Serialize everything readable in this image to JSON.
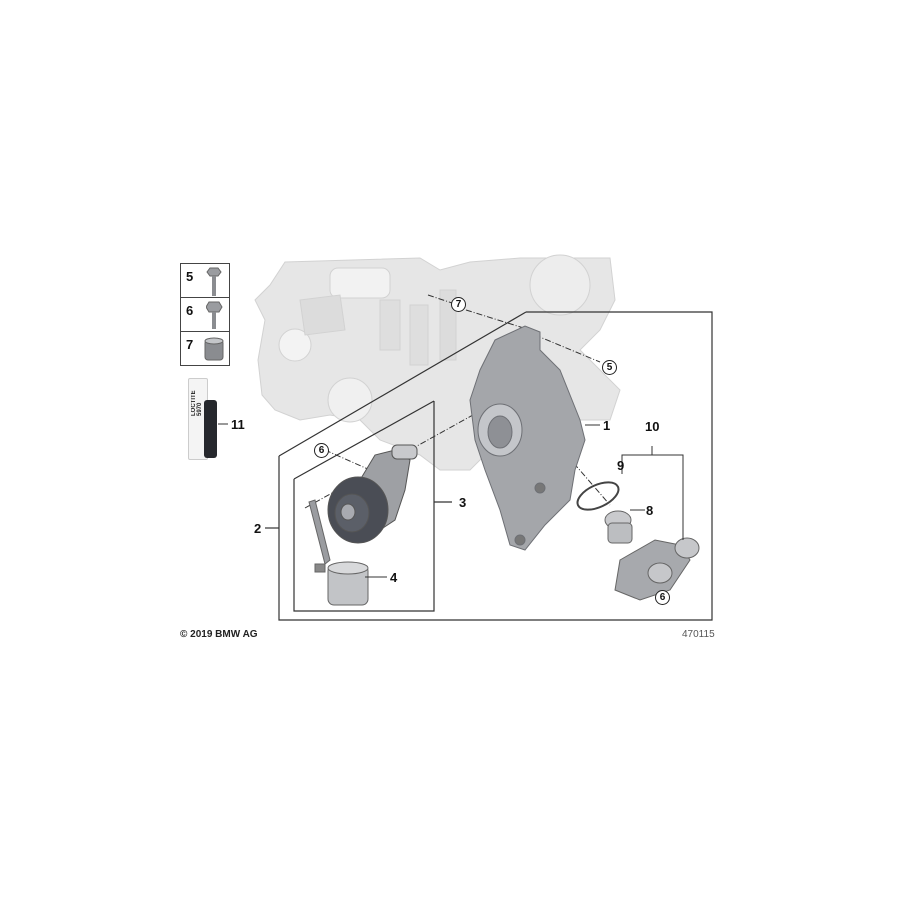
{
  "diagram": {
    "type": "exploded parts diagram",
    "subject": "Engine block with coolant pump, housing and thermostat",
    "callouts": [
      {
        "id": "1",
        "label": "1",
        "part": "coolant housing"
      },
      {
        "id": "2",
        "label": "2",
        "part": "assembly group (outer frame)"
      },
      {
        "id": "3",
        "label": "3",
        "part": "coolant pump (inner frame)"
      },
      {
        "id": "4",
        "label": "4",
        "part": "valve/actuator"
      },
      {
        "id": "5",
        "label": "5",
        "part": "bolt"
      },
      {
        "id": "6",
        "label": "6",
        "part": "bolt"
      },
      {
        "id": "7",
        "label": "7",
        "part": "sleeve"
      },
      {
        "id": "8",
        "label": "8",
        "part": "thermostat"
      },
      {
        "id": "9",
        "label": "9",
        "part": "ring"
      },
      {
        "id": "10",
        "label": "10",
        "part": "thermostat housing set"
      },
      {
        "id": "11",
        "label": "11",
        "part": "adhesive cartridge"
      }
    ],
    "circled_refs": [
      "7",
      "5",
      "6",
      "6"
    ]
  },
  "legend_box": {
    "items": [
      {
        "num": "5",
        "icon": "bolt-icon"
      },
      {
        "num": "6",
        "icon": "bolt-icon"
      },
      {
        "num": "7",
        "icon": "sleeve-icon"
      }
    ]
  },
  "cartridge": {
    "brand_text": "LOCTITE",
    "code_text": "5970",
    "label": "11"
  },
  "footer": {
    "copyright": "© 2019 BMW AG",
    "drawing_number": "470115"
  },
  "colors": {
    "engine_ghost": "#e4e4e4",
    "part_metal": "#9a9ca0",
    "pulley": "#4a4d55",
    "frame_line": "#333333"
  }
}
